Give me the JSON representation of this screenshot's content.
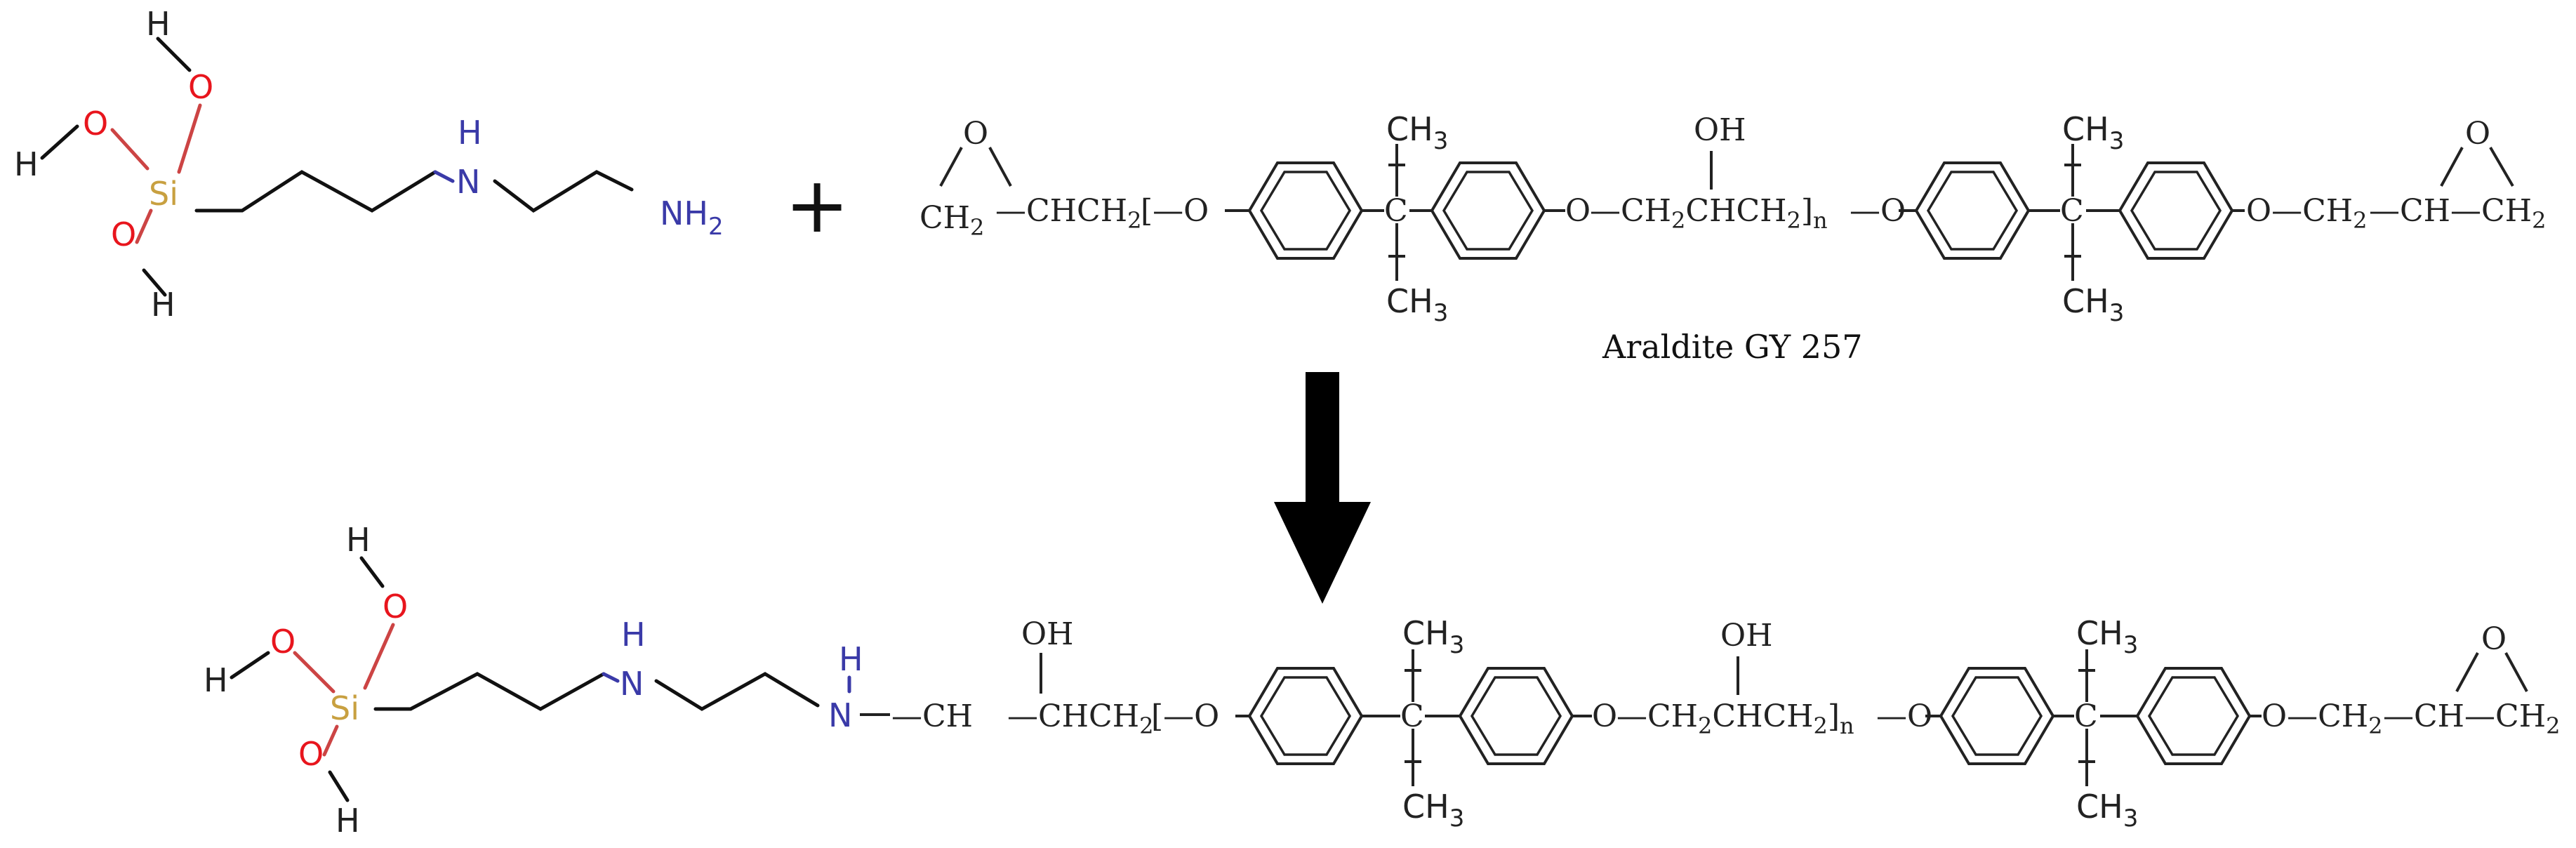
{
  "colors": {
    "oxygen": "#e8151d",
    "silicon": "#c8a040",
    "nitrogen": "#3a3aa8",
    "hydrogen": "#222222",
    "bond": "#111111",
    "arrow": "#000000"
  },
  "silane": {
    "si": "Si",
    "o1": "O",
    "o2": "O",
    "o3": "O",
    "h1": "H",
    "h2": "H",
    "h3": "H",
    "nh_n": "N",
    "nh_h": "H",
    "amine": "NH",
    "amine_sub": "2"
  },
  "plus": "+",
  "epoxy": {
    "epoxide_o_left": "O",
    "ch2_left": "CH",
    "ch2_left_sub": "2",
    "chch2_left": "—CHCH",
    "chch2_left_sub": "2",
    "bracket_o": "[—O",
    "c1": "C",
    "ch3_top_1": "CH",
    "ch3_top_1_sub": "3",
    "ch3_bot_1": "CH",
    "ch3_bot_1_sub": "3",
    "o_mid_1": "O",
    "oh_mid": "OH",
    "ch2chch2": "—CH",
    "ch2chch2_sub1": "2",
    "ch2chch2_b": "CHCH",
    "ch2chch2_sub2": "2",
    "bracket_n": "]",
    "n_sub": "n",
    "o_mid_2": "—O",
    "c2": "C",
    "ch3_top_2": "CH",
    "ch3_top_2_sub": "3",
    "ch3_bot_2": "CH",
    "ch3_bot_2_sub": "3",
    "o_right": "O—CH",
    "o_right_sub": "2",
    "ch_right": "—CH—CH",
    "ch_right_sub": "2",
    "epoxide_o_right": "O",
    "name": "Araldite GY 257"
  },
  "product": {
    "si": "Si",
    "o1": "O",
    "o2": "O",
    "o3": "O",
    "h1": "H",
    "h2": "H",
    "h3": "H",
    "nh1_n": "N",
    "nh1_h": "H",
    "nh2_n": "N",
    "nh2_h": "H",
    "ch_link": "—CH",
    "oh_link": "OH",
    "chch2_link": "—CHCH",
    "chch2_link_sub": "2",
    "bracket_o": "[—O",
    "c1": "C",
    "ch3_top_1": "CH",
    "ch3_top_1_sub": "3",
    "ch3_bot_1": "CH",
    "ch3_bot_1_sub": "3",
    "o_mid_1": "O",
    "oh_mid": "OH",
    "ch2chch2": "—CH",
    "ch2chch2_sub1": "2",
    "ch2chch2_b": "CHCH",
    "ch2chch2_sub2": "2",
    "bracket_n": "]",
    "n_sub": "n",
    "o_mid_2": "—O",
    "c2": "C",
    "ch3_top_2": "CH",
    "ch3_top_2_sub": "3",
    "ch3_bot_2": "CH",
    "ch3_bot_2_sub": "3",
    "o_right": "O—CH",
    "o_right_sub": "2",
    "ch_right": "—CH—CH",
    "ch_right_sub": "2",
    "epoxide_o_right": "O"
  }
}
